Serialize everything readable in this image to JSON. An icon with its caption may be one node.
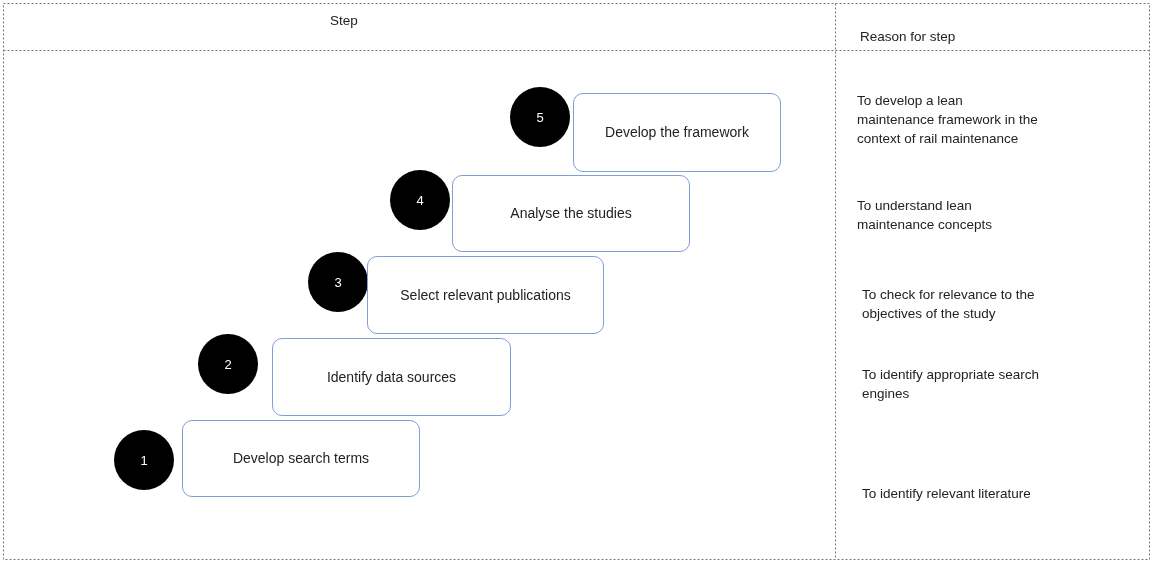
{
  "diagram": {
    "nodes": [
      {
        "text": [
          "5"
        ]
      },
      {
        "text": [
          "Develop the framework"
        ]
      },
      {
        "text": [
          "4"
        ]
      },
      {
        "text": [
          "Analyse the studies"
        ]
      },
      {
        "text": [
          "3"
        ]
      },
      {
        "text": [
          "Select relevant publications"
        ]
      },
      {
        "text": [
          "2"
        ]
      },
      {
        "text": [
          "Identify data sources"
        ]
      },
      {
        "text": [
          "1"
        ]
      },
      {
        "text": [
          "Develop search terms"
        ]
      }
    ],
    "labels": [
      "Step",
      "Reason for step",
      "To develop a lean maintenance framework in the context of rail maintenance",
      "To understand lean maintenance concepts",
      "To check for relevance to the objectives of the study",
      "To identify appropriate search engines",
      "To identify relevant literature"
    ]
  }
}
